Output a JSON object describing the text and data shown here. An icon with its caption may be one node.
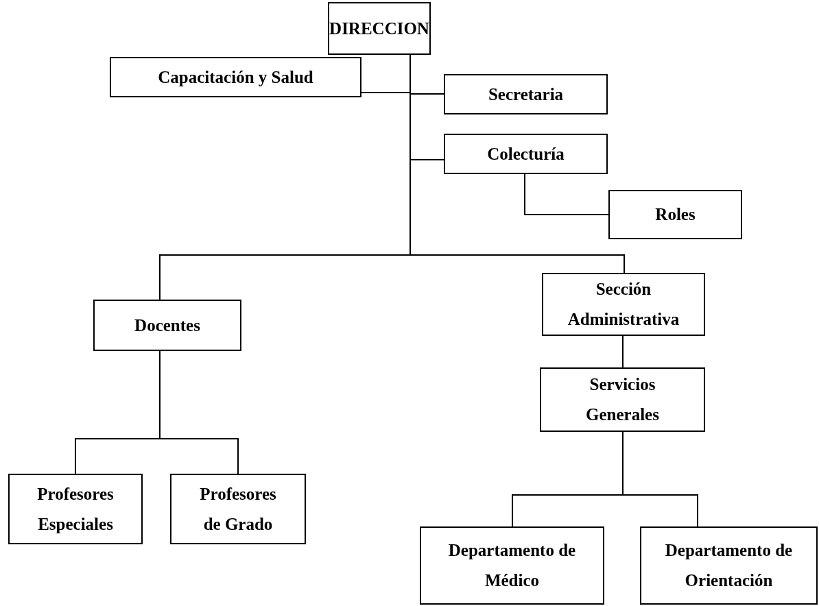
{
  "diagram": {
    "nodes": [
      {
        "text": [
          "DIRECCION"
        ]
      },
      {
        "text": [
          "Capacitación y Salud"
        ]
      },
      {
        "text": [
          "Secretaria"
        ]
      },
      {
        "text": [
          "Colecturía"
        ]
      },
      {
        "text": [
          "Roles"
        ]
      },
      {
        "text": [
          "Docentes"
        ]
      },
      {
        "text": [
          "Sección Administrativa"
        ]
      },
      {
        "text": [
          "Servicios Generales"
        ]
      },
      {
        "text": [
          "Profesores Especiales"
        ]
      },
      {
        "text": [
          "Profesores de Grado"
        ]
      },
      {
        "text": [
          "Departamento de Médico"
        ]
      },
      {
        "text": [
          "Departamento de Orientación"
        ]
      }
    ],
    "edges": [
      {
        "from": 0,
        "to": 1,
        "arrow": "none"
      },
      {
        "from": 0,
        "to": 2,
        "arrow": "none"
      },
      {
        "from": 0,
        "to": 3,
        "arrow": "none"
      },
      {
        "from": 3,
        "to": 4,
        "arrow": "none"
      },
      {
        "from": 0,
        "to": 5,
        "arrow": "none"
      },
      {
        "from": 0,
        "to": 6,
        "arrow": "none"
      },
      {
        "from": 6,
        "to": 7,
        "arrow": "none"
      },
      {
        "from": 5,
        "to": 8,
        "arrow": "none"
      },
      {
        "from": 5,
        "to": 9,
        "arrow": "none"
      },
      {
        "from": 7,
        "to": 10,
        "arrow": "none"
      },
      {
        "from": 7,
        "to": 11,
        "arrow": "none"
      }
    ]
  }
}
